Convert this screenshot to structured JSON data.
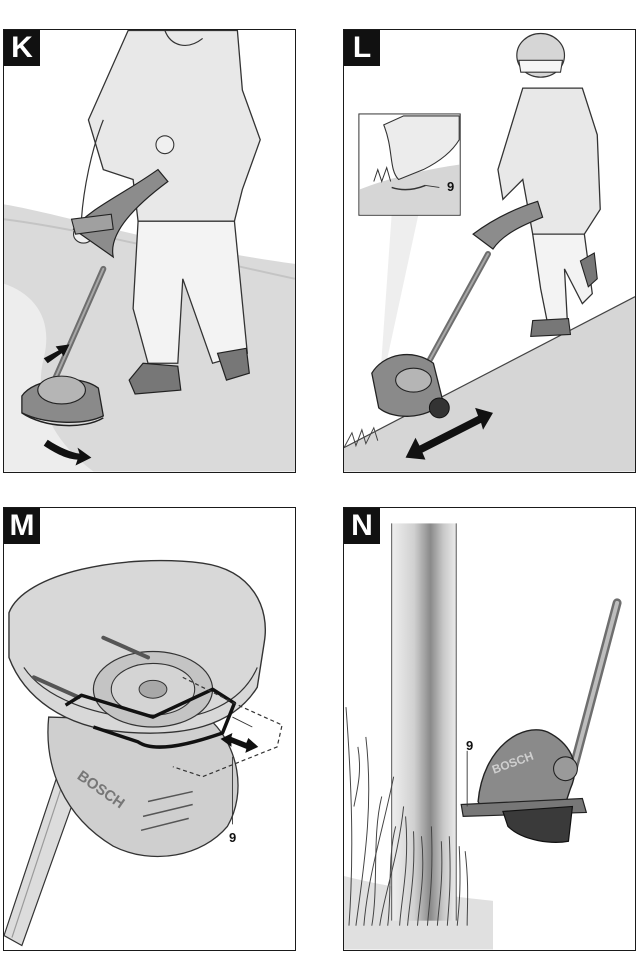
{
  "panels": {
    "k": {
      "label": "K"
    },
    "l": {
      "label": "L",
      "callout": "9"
    },
    "m": {
      "label": "M",
      "callout": "9"
    },
    "n": {
      "label": "N",
      "callout": "9"
    }
  },
  "brand": {
    "logo_text": "BOSCH"
  },
  "colors": {
    "border": "#1a1a1a",
    "tag_bg": "#111111",
    "lawn": "#d2d2d2",
    "tool": "#8a8a8a",
    "figure": "#e4e4e4",
    "arrow": "#111111"
  },
  "icons": [
    "double-arrow-icon",
    "arrow-up-icon",
    "arrow-right-icon"
  ]
}
